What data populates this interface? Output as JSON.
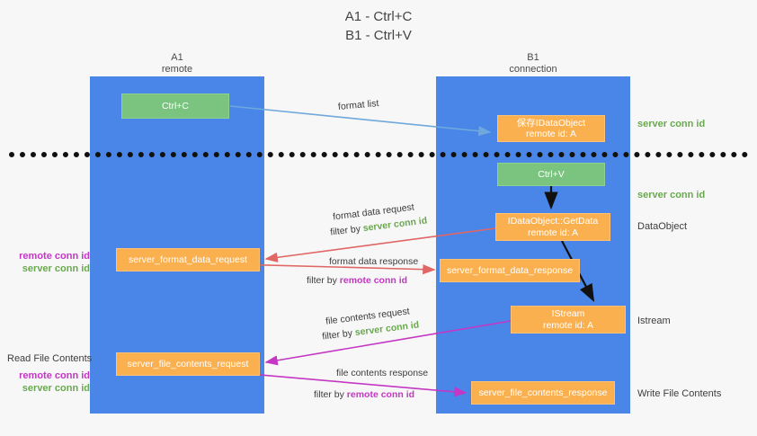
{
  "title": "A1 - Ctrl+C\nB1 - Ctrl+V",
  "lanes": {
    "a1": {
      "name": "A1",
      "sub": "remote",
      "header": "A1\nremote"
    },
    "b1": {
      "name": "B1",
      "sub": "connection",
      "header": "B1\nconnection"
    }
  },
  "boxes": {
    "ctrl_c": "Ctrl+C",
    "save_dataobject": "保存IDataObject\nremote id: A",
    "ctrl_v": "Ctrl+V",
    "getdata": "IDataObject::GetData\nremote id: A",
    "server_format_data_request": "server_format_data_request",
    "server_format_data_response": "server_format_data_response",
    "istream": "IStream\nremote id: A",
    "server_file_contents_request": "server_file_contents_request",
    "server_file_contents_response": "server_file_contents_response"
  },
  "side_labels": {
    "server_conn_id_top": "server conn id",
    "server_conn_id_mid": "server conn id",
    "dataobject": "DataObject",
    "istream": "Istream",
    "write_file_contents": "Write File Contents",
    "read_file_contents": "Read File Contents",
    "remote_conn_id": "remote conn id",
    "server_conn_id": "server conn id"
  },
  "flows": {
    "format_list": "format list",
    "format_data_request": "format data request",
    "format_data_request_filter_prefix": "filter by ",
    "format_data_request_filter_value": "server conn id",
    "format_data_response": "format data response",
    "format_data_response_filter_prefix": "filter by ",
    "format_data_response_filter_value": "remote conn id",
    "file_contents_request": "file contents request",
    "file_contents_request_filter_prefix": "filter by ",
    "file_contents_request_filter_value": "server conn id",
    "file_contents_response": "file contents response",
    "file_contents_response_filter_prefix": "filter by ",
    "file_contents_response_filter_value": "remote conn id"
  },
  "colors": {
    "lane": "#4a86e8",
    "green_box": "#7bc47f",
    "orange_box": "#fbb050",
    "green_text": "#6aa84f",
    "magenta_text": "#c437c4",
    "arrow_blue": "#6fa8dc",
    "arrow_red": "#e06666",
    "arrow_magenta": "#c437c4",
    "arrow_black": "#111111",
    "background": "#f7f7f7"
  }
}
